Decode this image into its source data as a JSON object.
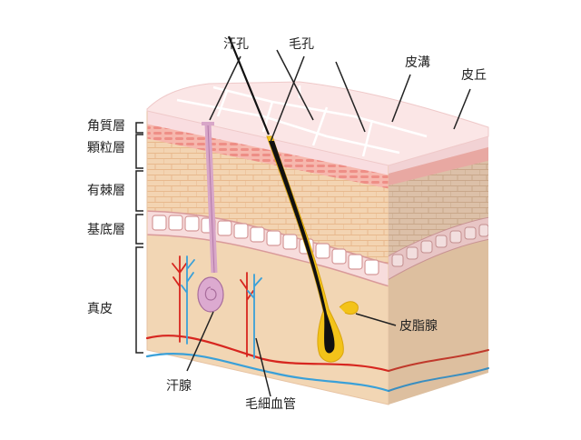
{
  "labels": {
    "left": {
      "stratum_corneum": "角質層",
      "stratum_granulosum": "顆粒層",
      "stratum_spinosum": "有棘層",
      "stratum_basale": "基底層",
      "dermis": "真皮"
    },
    "top": {
      "sweat_pore": "汗孔",
      "hair_pore": "毛孔",
      "skin_groove": "皮溝",
      "skin_ridge": "皮丘"
    },
    "right": {
      "sebaceous_gland": "皮脂腺"
    },
    "bottom": {
      "sweat_gland": "汗腺",
      "capillary": "毛細血管"
    }
  },
  "colors": {
    "corneum": "#f9dde0",
    "granulosum": "#f2a2a0",
    "spinosum": "#f3d2b0",
    "basale": "#f4cfcf",
    "dermis": "#f2d6b4",
    "side_dark": "#d9b89a",
    "hair": "#111111",
    "hair_sheath": "#f3c319",
    "sweat_gland": "#d8a6c8",
    "artery": "#d7261f",
    "vein": "#3aa0d8"
  }
}
